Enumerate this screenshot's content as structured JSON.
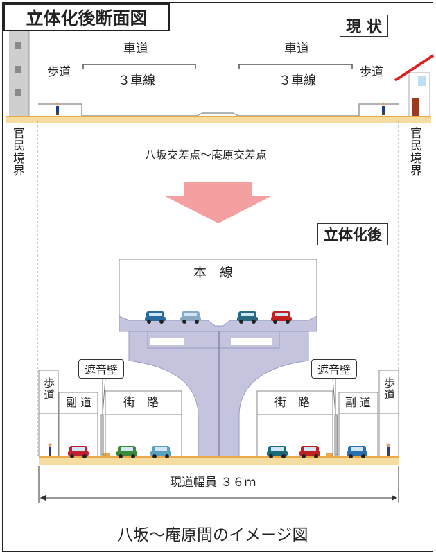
{
  "title": "立体化後断面図",
  "current_state_label": "現 状",
  "after_label": "立体化後",
  "current": {
    "left_roadway": "車道",
    "left_lanes": "３車線",
    "right_roadway": "車道",
    "right_lanes": "３車線",
    "left_sidewalk": "歩道",
    "right_sidewalk": "歩道",
    "boundary_left": "官民境界",
    "boundary_right": "官民境界"
  },
  "section_name": "八坂交差点～庵原交差点",
  "after": {
    "main_line": "本　線",
    "left_sidewalk": "歩道",
    "right_sidewalk": "歩道",
    "left_side_road": "副 道",
    "right_side_road": "副 道",
    "left_street": "街　路",
    "right_street": "街　路",
    "left_noise_wall": "遮音壁",
    "right_noise_wall": "遮音壁"
  },
  "width_label": "現道幅員 ３６ｍ",
  "caption": "八坂～庵原間のイメージ図",
  "colors": {
    "ground": "#f5dca0",
    "ground_line": "#e8a94a",
    "structure": "#c4c4de",
    "structure_edge": "#9a9ac0",
    "arrow": "#f4a0a0",
    "red_line": "#e02020"
  }
}
